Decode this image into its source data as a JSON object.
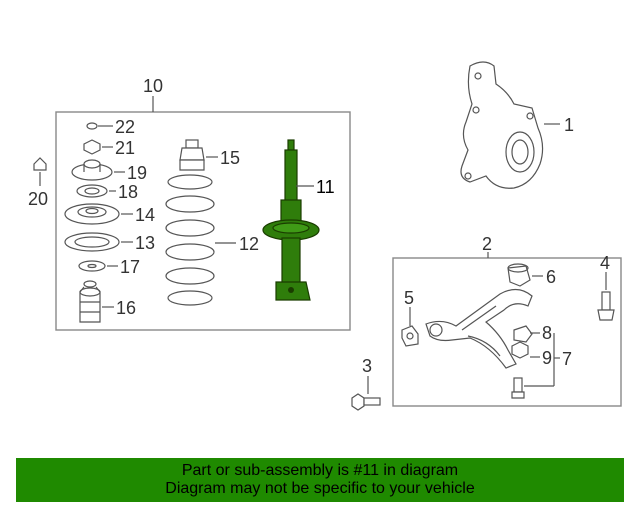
{
  "diagram": {
    "callouts": [
      "1",
      "2",
      "3",
      "4",
      "5",
      "6",
      "7",
      "8",
      "9",
      "10",
      "11",
      "12",
      "13",
      "14",
      "15",
      "16",
      "17",
      "18",
      "19",
      "20",
      "21",
      "22"
    ],
    "highlight_part": "11",
    "colors": {
      "highlight": "#2f7d0b",
      "line": "#555555",
      "frame": "#888888",
      "banner": "#1f8a00"
    }
  },
  "banner": {
    "line1": "Part or sub-assembly is #11 in diagram",
    "line2": "Diagram may not be specific to your vehicle"
  }
}
